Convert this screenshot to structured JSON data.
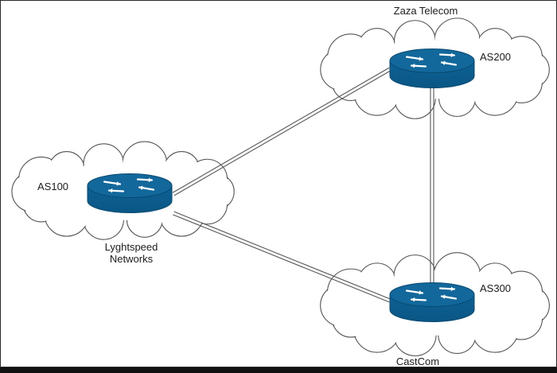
{
  "colors": {
    "background": "#ffffff",
    "cloud_fill": "#ffffff",
    "cloud_stroke": "#555555",
    "router_fill": "#0c5c8c",
    "router_top": "#12679b",
    "router_edge": "#074a72",
    "router_arrow": "#ffffff",
    "link_stroke": "#555555",
    "frame": "#222222"
  },
  "icons": {
    "router": "router-icon",
    "cloud": "cloud-shape"
  },
  "nodes": [
    {
      "id": "as100",
      "as_label": "AS100",
      "network_name_lines": [
        "Lyghtspeed",
        "Networks"
      ]
    },
    {
      "id": "as200",
      "as_label": "AS200",
      "network_name_lines": [
        "Zaza Telecom"
      ]
    },
    {
      "id": "as300",
      "as_label": "AS300",
      "network_name_lines": [
        "CastCom"
      ]
    }
  ],
  "links": [
    {
      "from": "as100",
      "to": "as200"
    },
    {
      "from": "as100",
      "to": "as300"
    },
    {
      "from": "as200",
      "to": "as300"
    }
  ]
}
